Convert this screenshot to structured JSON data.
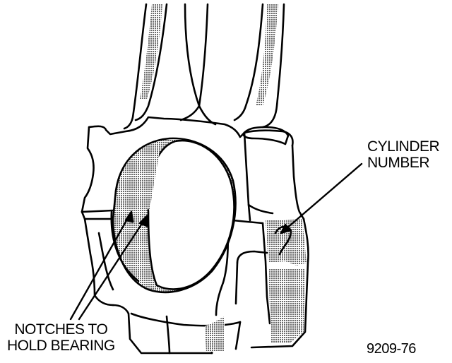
{
  "labels": {
    "cylinder_number": [
      "CYLINDER",
      "NUMBER"
    ],
    "notches": [
      "NOTCHES TO",
      "HOLD BEARING"
    ],
    "figure_id": "9209-76"
  },
  "colors": {
    "ink": "#000000",
    "shade": "#8a8a8a",
    "paper": "#ffffff"
  }
}
